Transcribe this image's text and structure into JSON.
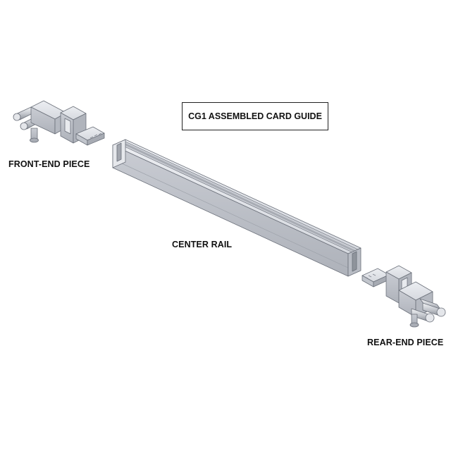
{
  "title": "CG1 ASSEMBLED CARD GUIDE",
  "labels": {
    "front": "FRONT-END PIECE",
    "center": "CENTER RAIL",
    "rear": "REAR-END PIECE"
  },
  "colors": {
    "part_light": "#dfe2e8",
    "part_mid": "#c4c8d0",
    "part_dark": "#9aa0aa",
    "outline": "#6b707a"
  }
}
